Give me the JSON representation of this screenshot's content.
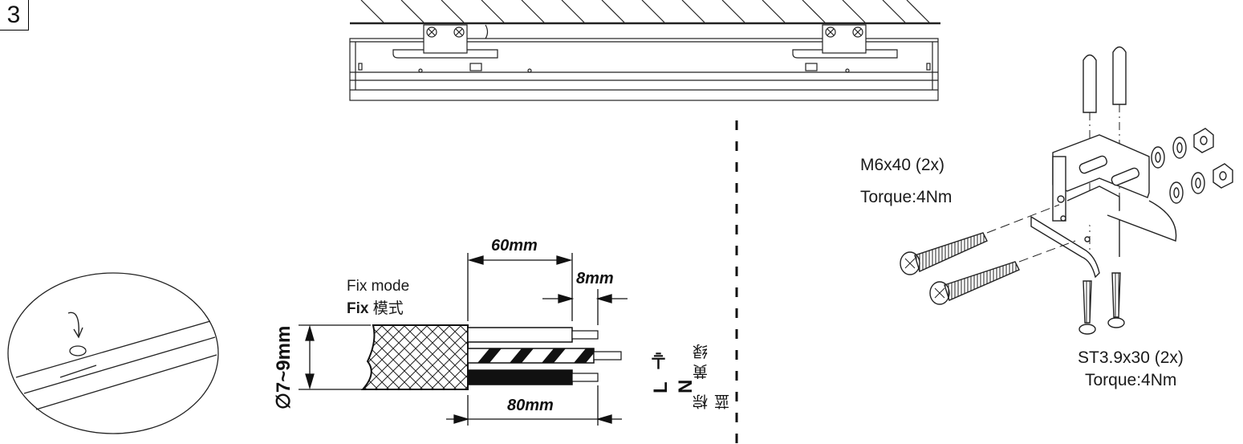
{
  "step_number": "3",
  "fix_mode": {
    "label_en": "Fix mode",
    "label_bold": "Fix",
    "label_cn": "模式"
  },
  "cable": {
    "diameter_label": "∅7~9mm",
    "strip_outer": "60mm",
    "strip_inner": "8mm",
    "sheath_length": "80mm",
    "wire_codes": "L ⏚ N",
    "wire_colors_cn": "棕 黄绿 蓝"
  },
  "bracket": {
    "screw_spec": "M6x40 (2x)",
    "screw_torque": "Torque:4Nm",
    "self_tap_spec": "ST3.9x30 (2x)",
    "self_tap_torque": "Torque:4Nm"
  }
}
